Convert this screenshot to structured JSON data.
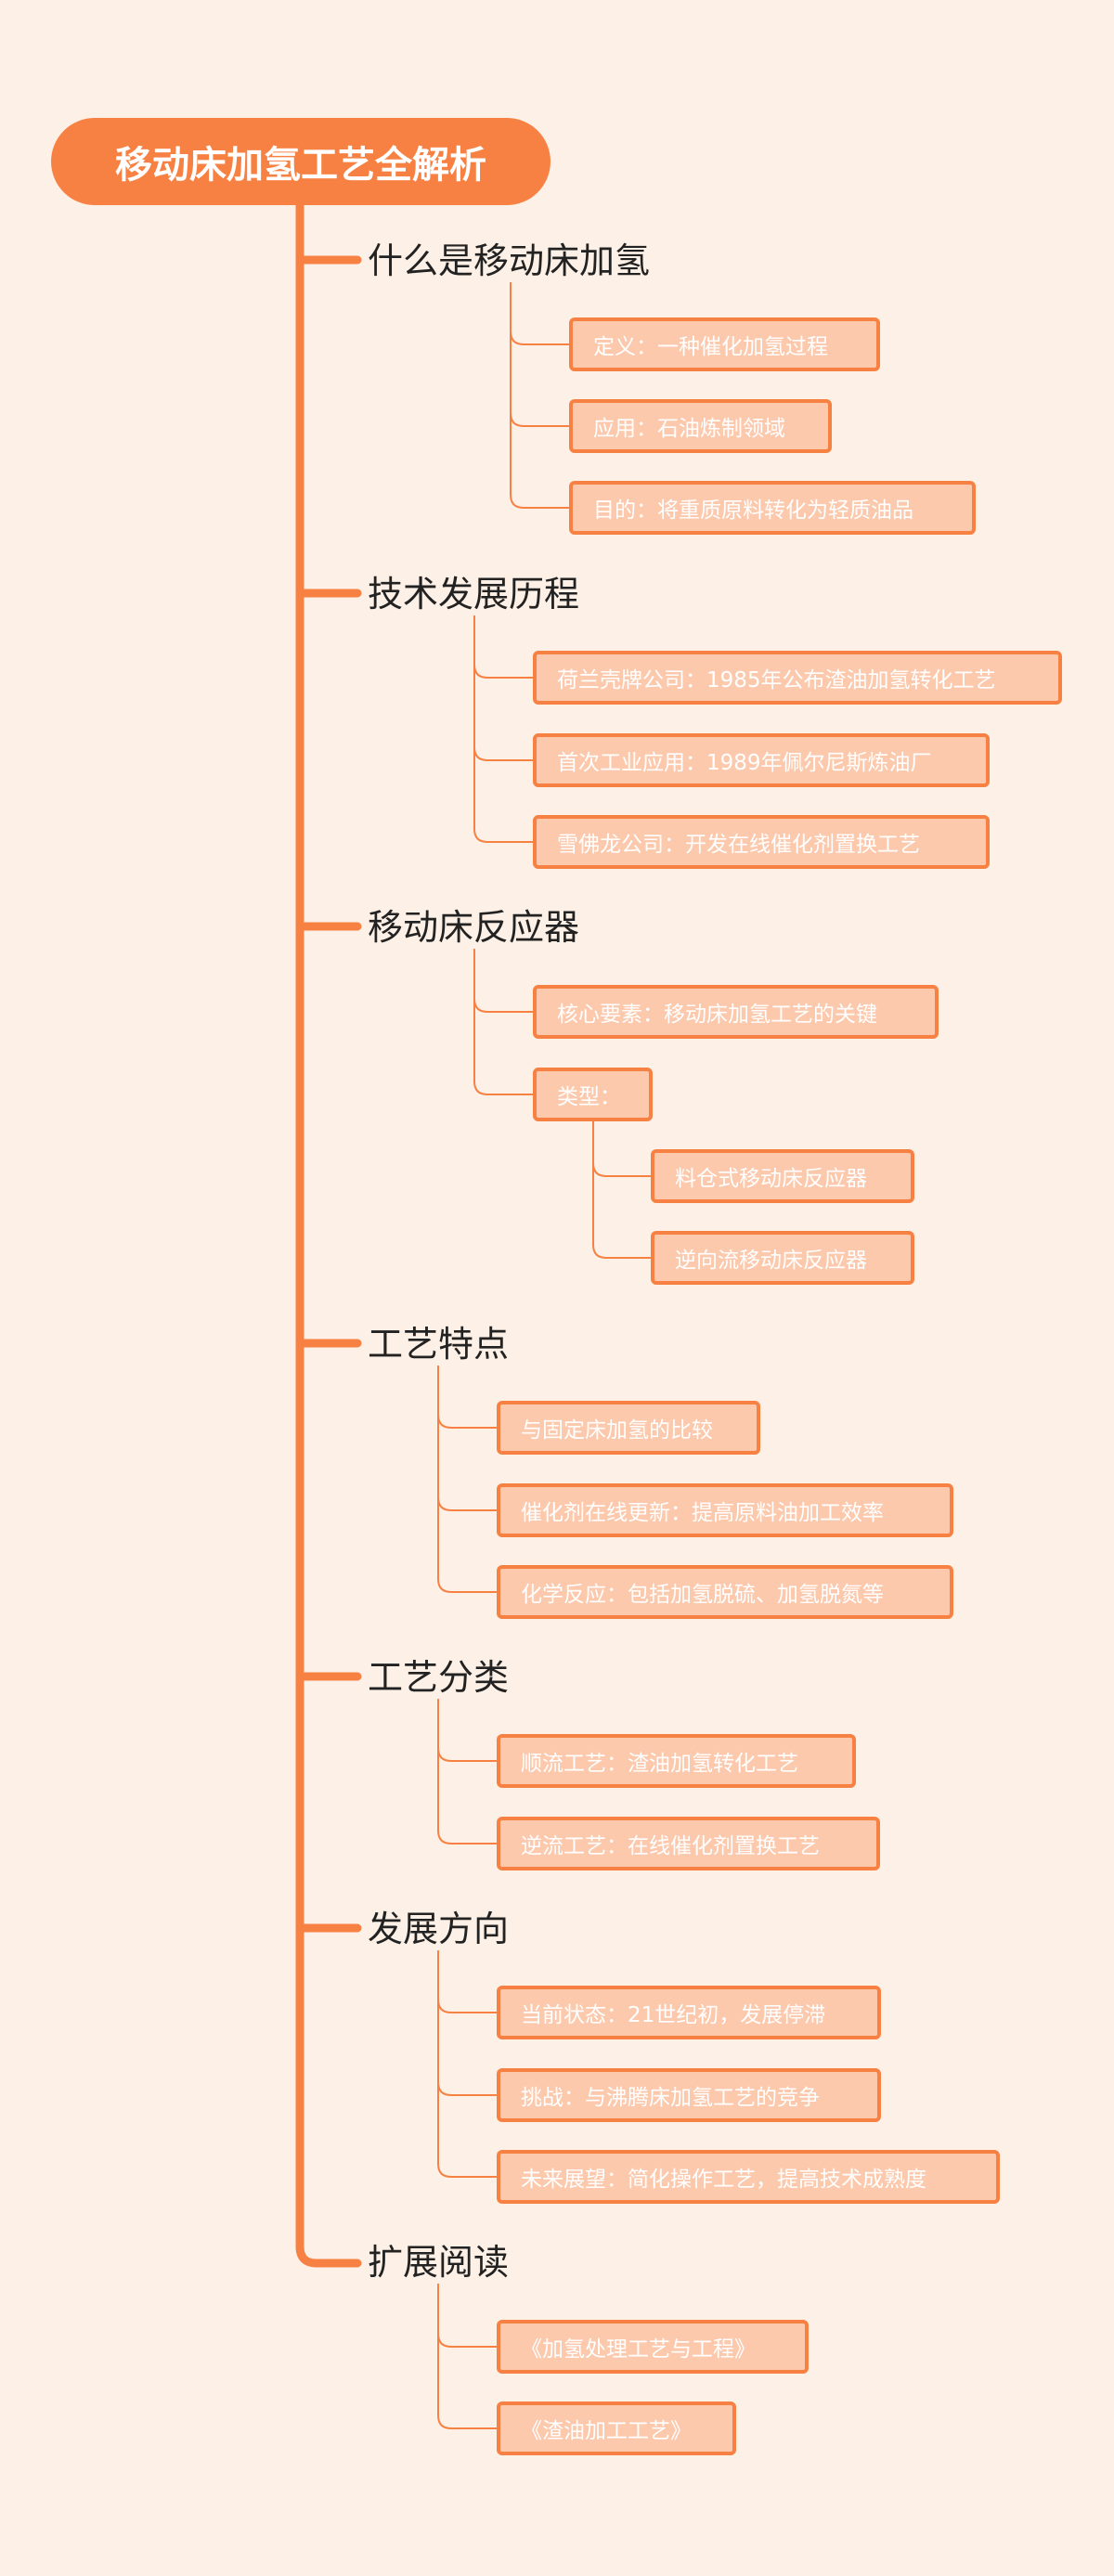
{
  "colors": {
    "background": "#fdf0e6",
    "accent": "#f78143",
    "leaf_fill": "#fcc9ad",
    "leaf_text": "#ffffff",
    "branch_text": "#222222"
  },
  "root": {
    "label": "移动床加氢工艺全解析"
  },
  "branches": [
    {
      "label": "什么是移动床加氢",
      "children": [
        {
          "label": "定义：一种催化加氢过程"
        },
        {
          "label": "应用：石油炼制领域"
        },
        {
          "label": "目的：将重质原料转化为轻质油品"
        }
      ]
    },
    {
      "label": "技术发展历程",
      "children": [
        {
          "label": "荷兰壳牌公司：1985年公布渣油加氢转化工艺"
        },
        {
          "label": "首次工业应用：1989年佩尔尼斯炼油厂"
        },
        {
          "label": "雪佛龙公司：开发在线催化剂置换工艺"
        }
      ]
    },
    {
      "label": "移动床反应器",
      "children": [
        {
          "label": "核心要素：移动床加氢工艺的关键"
        },
        {
          "label": "类型：",
          "children": [
            {
              "label": "料仓式移动床反应器"
            },
            {
              "label": "逆向流移动床反应器"
            }
          ]
        }
      ]
    },
    {
      "label": "工艺特点",
      "children": [
        {
          "label": "与固定床加氢的比较"
        },
        {
          "label": "催化剂在线更新：提高原料油加工效率"
        },
        {
          "label": "化学反应：包括加氢脱硫、加氢脱氮等"
        }
      ]
    },
    {
      "label": "工艺分类",
      "children": [
        {
          "label": "顺流工艺：渣油加氢转化工艺"
        },
        {
          "label": "逆流工艺：在线催化剂置换工艺"
        }
      ]
    },
    {
      "label": "发展方向",
      "children": [
        {
          "label": "当前状态：21世纪初，发展停滞"
        },
        {
          "label": "挑战：与沸腾床加氢工艺的竞争"
        },
        {
          "label": "未来展望：简化操作工艺，提高技术成熟度"
        }
      ]
    },
    {
      "label": "扩展阅读",
      "children": [
        {
          "label": "《加氢处理工艺与工程》"
        },
        {
          "label": "《渣油加工工艺》"
        }
      ]
    }
  ]
}
